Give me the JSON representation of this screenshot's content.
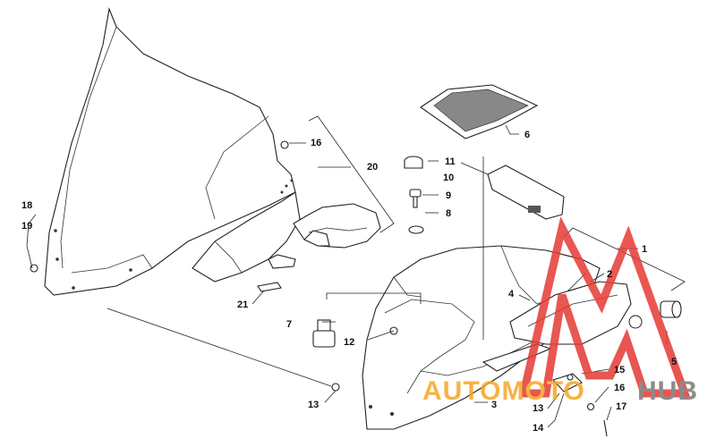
{
  "diagram": {
    "callouts": [
      {
        "id": "c1",
        "label": "1"
      },
      {
        "id": "c2",
        "label": "2"
      },
      {
        "id": "c3",
        "label": "3"
      },
      {
        "id": "c4",
        "label": "4"
      },
      {
        "id": "c5",
        "label": "5"
      },
      {
        "id": "c6",
        "label": "6"
      },
      {
        "id": "c7",
        "label": "7"
      },
      {
        "id": "c8",
        "label": "8"
      },
      {
        "id": "c9",
        "label": "9"
      },
      {
        "id": "c10",
        "label": "10"
      },
      {
        "id": "c11",
        "label": "11"
      },
      {
        "id": "c12",
        "label": "12"
      },
      {
        "id": "c13a",
        "label": "13"
      },
      {
        "id": "c13b",
        "label": "13"
      },
      {
        "id": "c14",
        "label": "14"
      },
      {
        "id": "c15",
        "label": "15"
      },
      {
        "id": "c16a",
        "label": "16"
      },
      {
        "id": "c16b",
        "label": "16"
      },
      {
        "id": "c17",
        "label": "17"
      },
      {
        "id": "c18",
        "label": "18"
      },
      {
        "id": "c19",
        "label": "19"
      },
      {
        "id": "c20",
        "label": "20"
      },
      {
        "id": "c21",
        "label": "21"
      }
    ]
  },
  "watermark": {
    "text_part1": "AUTOMOTO",
    "text_part2": "HUB",
    "color_red": "#e53935",
    "color_orange": "#f5a623",
    "color_gray": "#777777"
  }
}
